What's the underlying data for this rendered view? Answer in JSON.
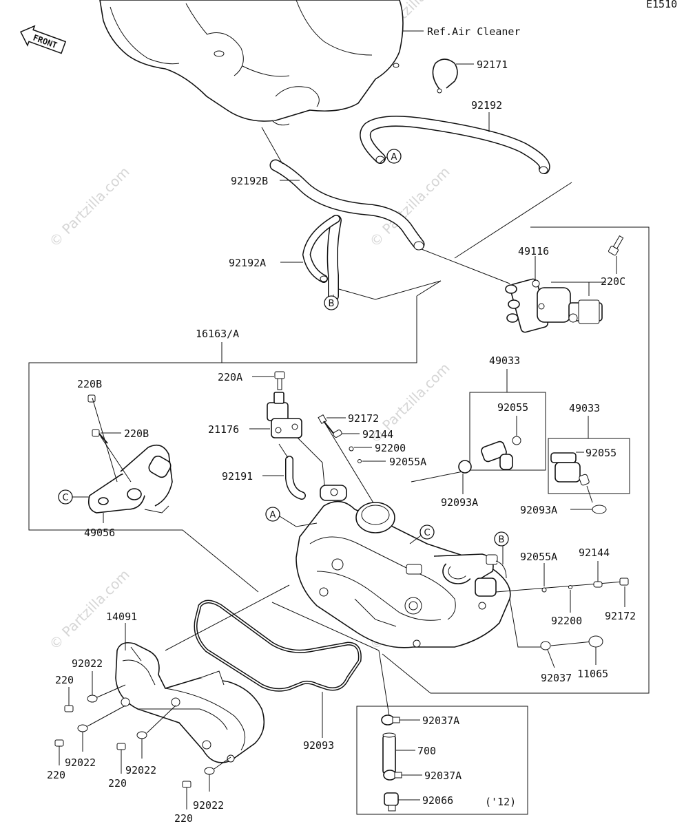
{
  "diagram_code": "E1510",
  "front_label": "FRONT",
  "ref_label": "Ref.Air Cleaner",
  "year_note": "('12)",
  "watermark": "© Partzilla.com",
  "callouts": {
    "p92171": "92171",
    "p92192": "92192",
    "p92192B": "92192B",
    "p92192A": "92192A",
    "p49116": "49116",
    "p220C": "220C",
    "p16163A": "16163/A",
    "p220A": "220A",
    "p220B_top": "220B",
    "p220B": "220B",
    "p21176": "21176",
    "p92172_top": "92172",
    "p92144_top": "92144",
    "p92200_top": "92200",
    "p92055A_top": "92055A",
    "p92191": "92191",
    "p49056": "49056",
    "p49033_left": "49033",
    "p92055_left": "92055",
    "p49033_right": "49033",
    "p92055_right": "92055",
    "p92093A_left": "92093A",
    "p92093A_right": "92093A",
    "p92055A": "92055A",
    "p92144": "92144",
    "p92200": "92200",
    "p92172": "92172",
    "p92037": "92037",
    "p11065": "11065",
    "p14091": "14091",
    "p92022_a": "92022",
    "p220_a": "220",
    "p92022_b": "92022",
    "p220_b": "220",
    "p92022_c": "92022",
    "p220_c": "220",
    "p92022_d": "92022",
    "p220_d": "220",
    "p92093": "92093",
    "p92037A_top": "92037A",
    "p700": "700",
    "p92037A_bottom": "92037A",
    "p92066": "92066"
  },
  "ref_markers": {
    "a1": "A",
    "a2": "A",
    "b1": "B",
    "b2": "B",
    "c1": "C",
    "c2": "C"
  }
}
